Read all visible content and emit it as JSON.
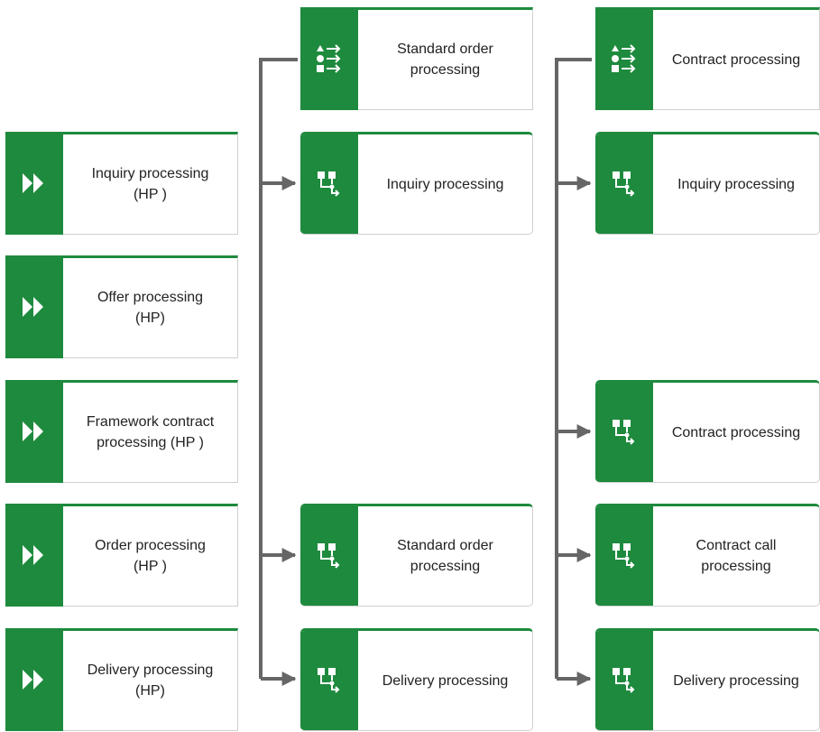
{
  "colors": {
    "accent": "#1e8a3e",
    "connector": "#666666"
  },
  "left_column": [
    {
      "label": "Inquiry processing\n(HP )",
      "icon": "double-chevron-icon"
    },
    {
      "label": "Offer processing\n(HP)",
      "icon": "double-chevron-icon"
    },
    {
      "label": "Framework contract\nprocessing (HP )",
      "icon": "double-chevron-icon"
    },
    {
      "label": "Order processing\n(HP )",
      "icon": "double-chevron-icon"
    },
    {
      "label": "Delivery processing\n(HP)",
      "icon": "double-chevron-icon"
    }
  ],
  "middle_column": {
    "parent": {
      "label": "Standard order\nprocessing",
      "icon": "process-list-icon"
    },
    "children": [
      {
        "label": "Inquiry processing",
        "icon": "process-flow-icon"
      },
      {
        "label": "Standard order\nprocessing",
        "icon": "process-flow-icon"
      },
      {
        "label": "Delivery processing",
        "icon": "process-flow-icon"
      }
    ]
  },
  "right_column": {
    "parent": {
      "label": "Contract processing",
      "icon": "process-list-icon"
    },
    "children": [
      {
        "label": "Inquiry processing",
        "icon": "process-flow-icon"
      },
      {
        "label": "Contract processing",
        "icon": "process-flow-icon"
      },
      {
        "label": "Contract call\nprocessing",
        "icon": "process-flow-icon"
      },
      {
        "label": "Delivery processing",
        "icon": "process-flow-icon"
      }
    ]
  }
}
